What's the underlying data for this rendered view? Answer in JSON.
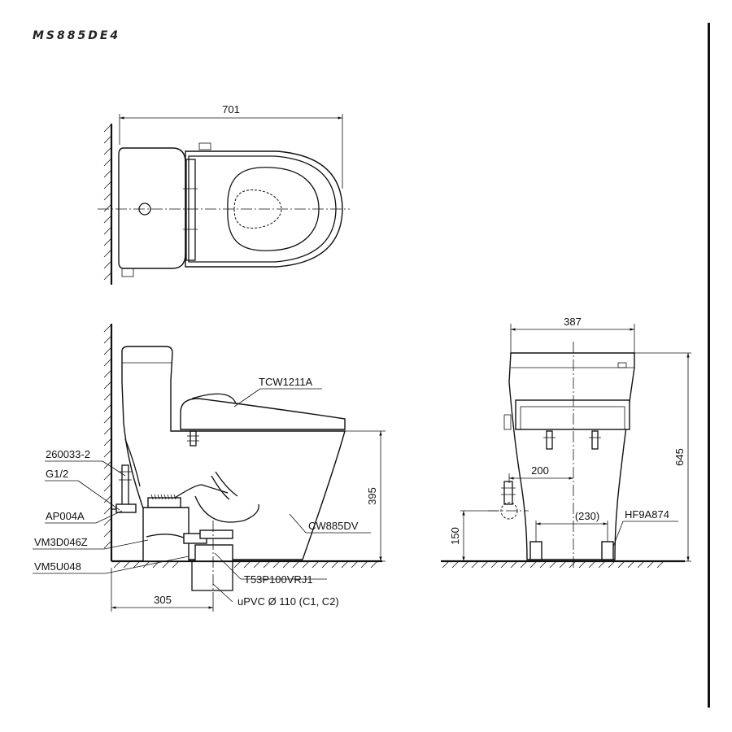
{
  "model_code": "MS885DE4",
  "dimensions": {
    "top_width": "701",
    "side_seat_height": "395",
    "side_rough_in": "305",
    "front_width": "387",
    "front_height": "645",
    "front_supply_offset": "200",
    "front_supply_height": "150",
    "front_foot_spacing": "(230)"
  },
  "parts": {
    "seat": "TCW1211A",
    "bowl": "CW885DV",
    "valve_part": "260033-2",
    "thread": "G1/2",
    "supply_part": "AP004A",
    "flush_valve": "VM3D046Z",
    "base_part": "VM5U048",
    "drain_adapter": "T53P100VRJ1",
    "drain_pipe": "uPVC Ø 110 (C1, C2)",
    "bolt_part": "HF9A874"
  }
}
